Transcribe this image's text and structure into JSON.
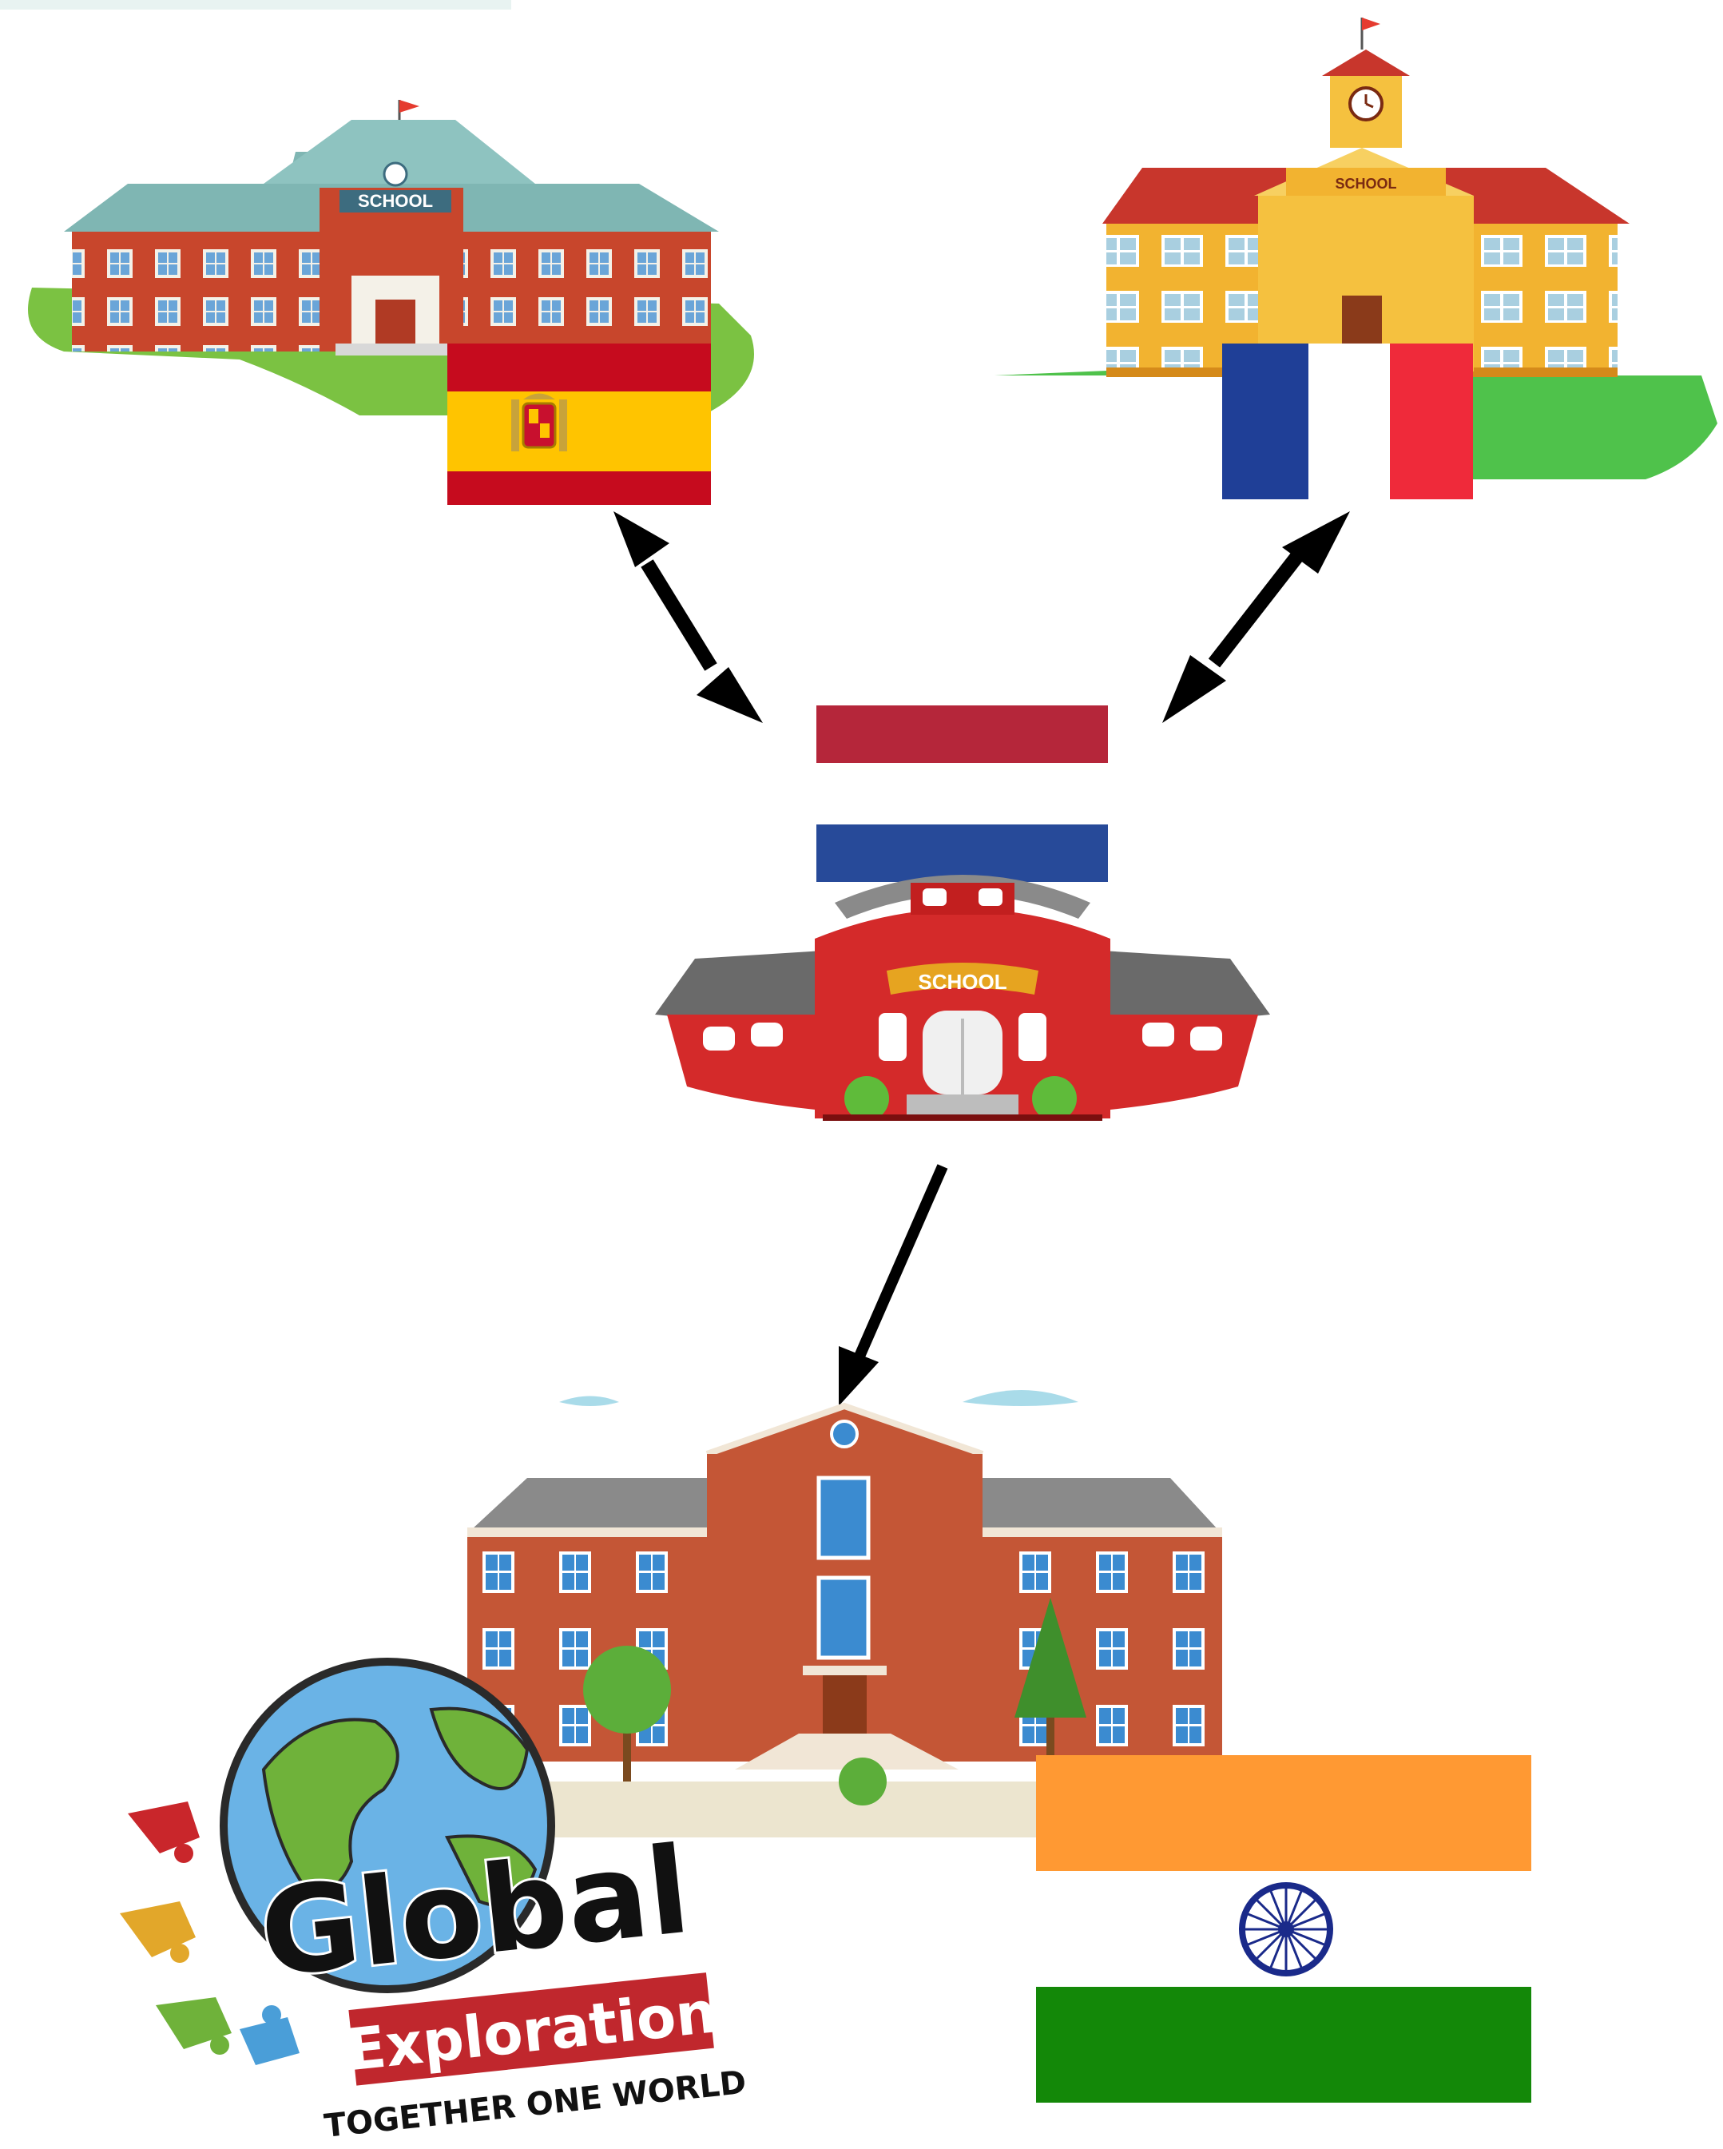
{
  "schools": {
    "spain": {
      "sign": "SCHOOL",
      "flag": "spain-flag"
    },
    "france": {
      "sign": "SCHOOL",
      "flag": "france-flag"
    },
    "netherlands": {
      "sign": "SCHOOL",
      "flag": "netherlands-flag"
    },
    "india": {
      "flag": "india-flag"
    }
  },
  "logo": {
    "line1": "Global",
    "line2": "Exploration",
    "tagline": "TOGETHER ONE WORLD"
  },
  "colors": {
    "spain_red": "#c60b1e",
    "spain_yellow": "#ffc400",
    "france_blue": "#1f3f97",
    "france_red": "#ef2a3a",
    "nl_red": "#b5263a",
    "nl_blue": "#274a99",
    "india_saffron": "#ff9933",
    "india_green": "#138808",
    "india_chakra": "#1a2a8a",
    "arrow": "#000000",
    "brick": "#c8462c",
    "grass": "#7bc242"
  }
}
